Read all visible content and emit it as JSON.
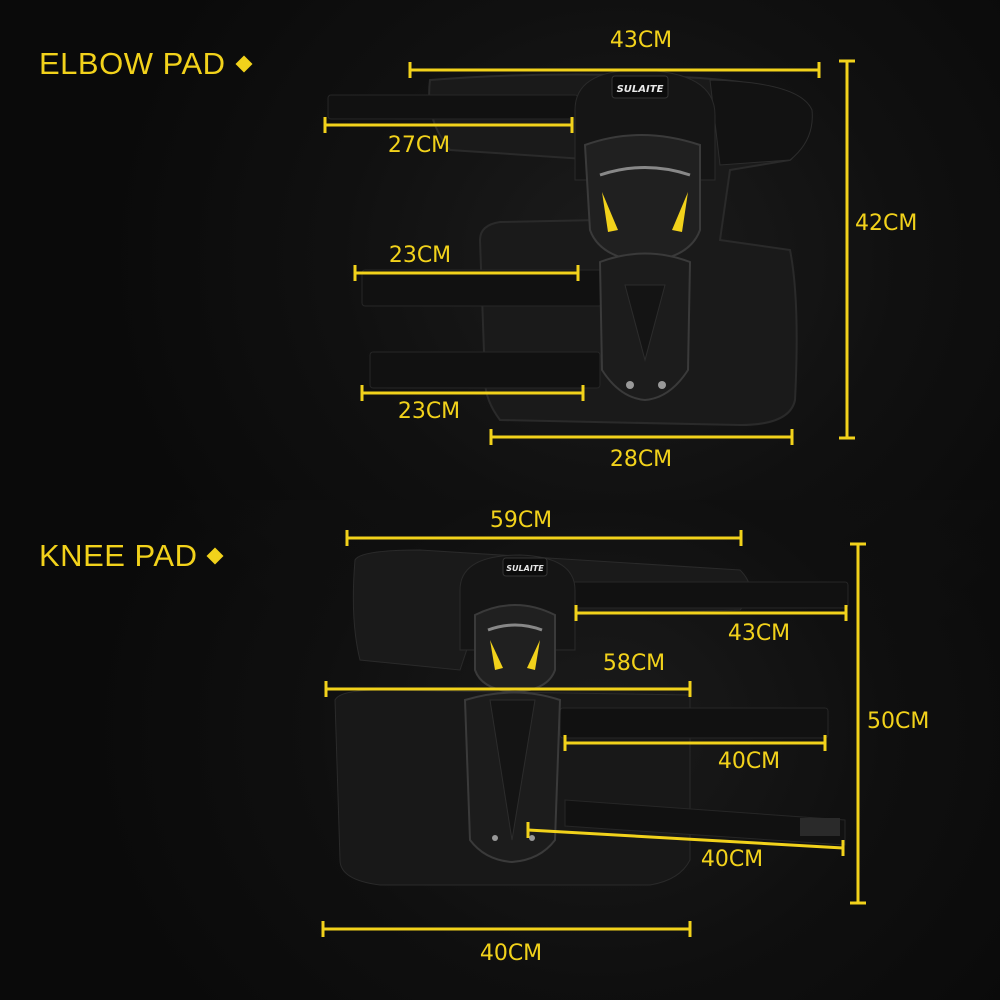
{
  "accent_color": "#f2d21b",
  "brand": "SULAITE",
  "sections": {
    "elbow": {
      "title": "ELBOW PAD",
      "dimensions": {
        "top_width": "43CM",
        "upper_strap": "27CM",
        "middle_strap": "23CM",
        "lower_strap": "23CM",
        "bottom_width": "28CM",
        "height": "42CM"
      }
    },
    "knee": {
      "title": "KNEE PAD",
      "dimensions": {
        "top_width": "59CM",
        "upper_strap": "43CM",
        "middle_width": "58CM",
        "middle_strap": "40CM",
        "lower_strap": "40CM",
        "bottom_width": "40CM",
        "height": "50CM"
      }
    }
  }
}
